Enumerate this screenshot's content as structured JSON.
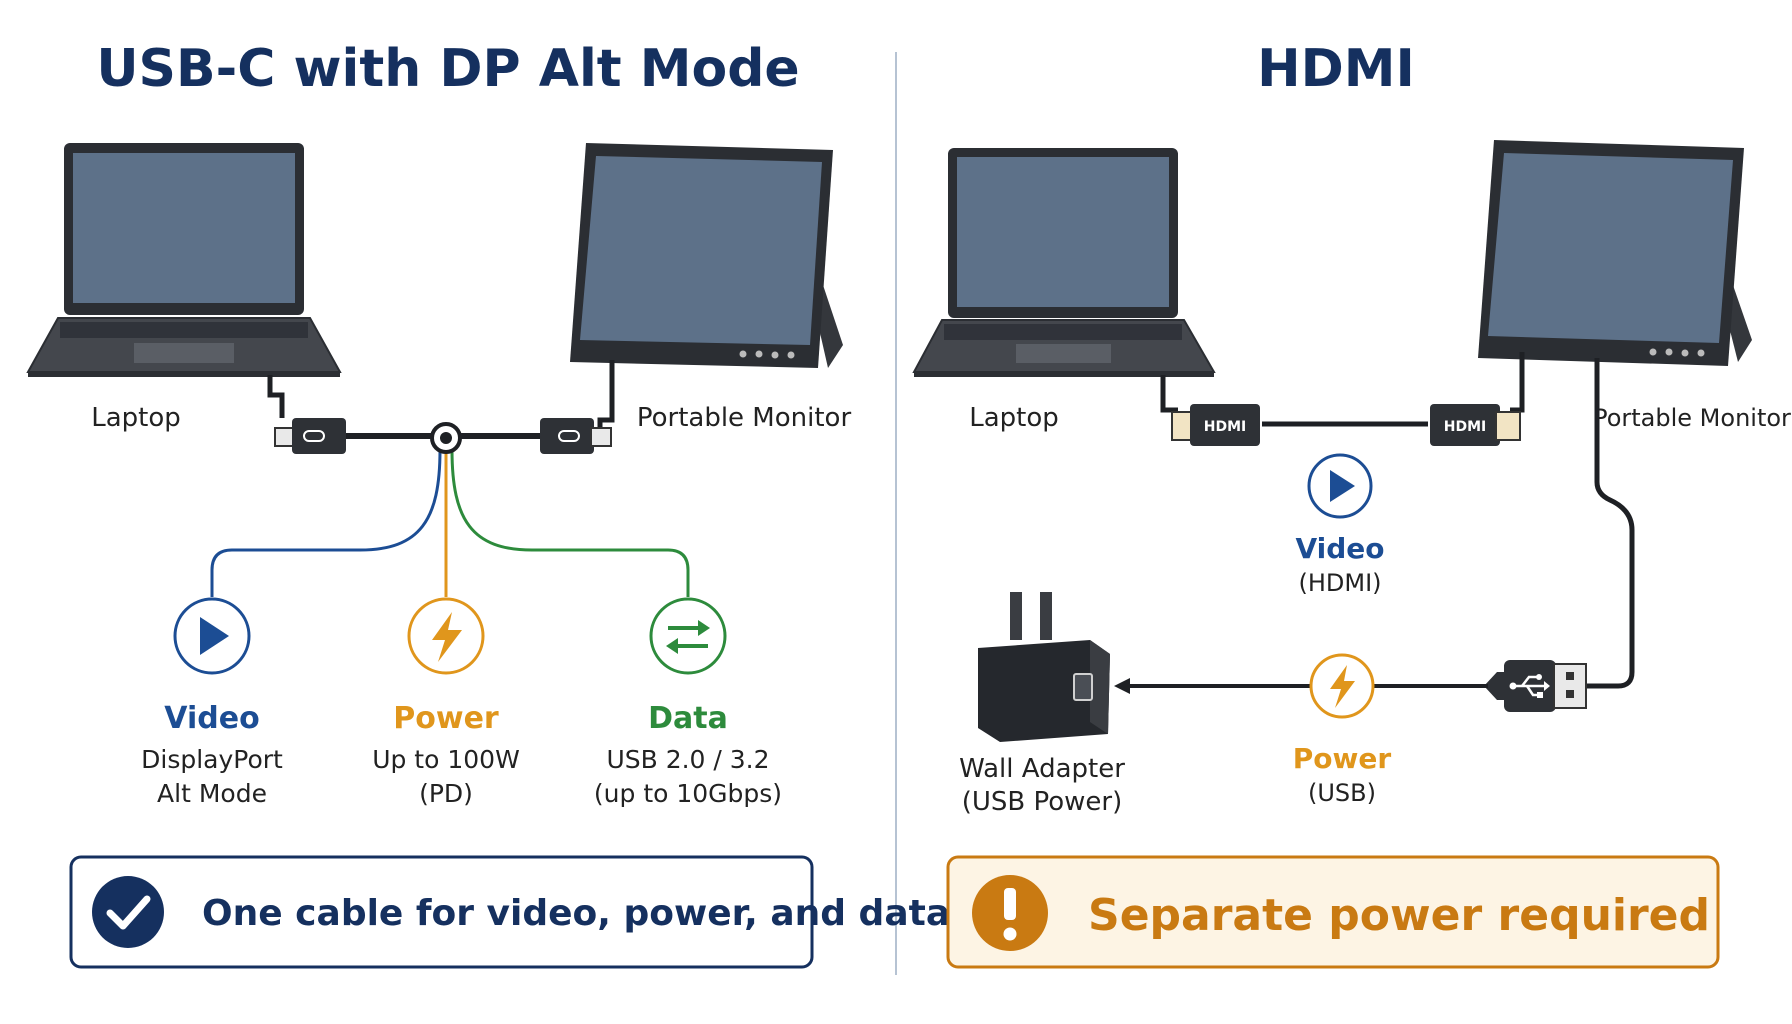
{
  "left": {
    "title": "USB-C with DP Alt Mode",
    "laptop_label": "Laptop",
    "monitor_label": "Portable Monitor",
    "video": {
      "title": "Video",
      "line1": "DisplayPort",
      "line2": "Alt Mode"
    },
    "power": {
      "title": "Power",
      "line1": "Up to 100W",
      "line2": "(PD)"
    },
    "data": {
      "title": "Data",
      "line1": "USB 2.0 / 3.2",
      "line2": "(up to 10Gbps)"
    },
    "banner": "One cable for video, power, and data"
  },
  "right": {
    "title": "HDMI",
    "laptop_label": "Laptop",
    "monitor_label": "Portable Monitor",
    "hdmi_plug_left": "HDMI",
    "hdmi_plug_right": "HDMI",
    "video": {
      "title": "Video",
      "line1": "(HDMI)"
    },
    "power": {
      "title": "Power",
      "line1": "(USB)"
    },
    "adapter": {
      "line1": "Wall Adapter",
      "line2": "(USB Power)"
    },
    "banner": "Separate power required"
  },
  "colors": {
    "navy": "#15305f",
    "video_blue": "#1c4d94",
    "power_orange": "#e0961c",
    "data_green": "#2d8b3c",
    "warning_orange": "#c97a12",
    "warning_fill": "#fdf4e4",
    "screen": "#5d7189",
    "device_body": "#3a3d42"
  },
  "icons": {
    "video": "play-icon",
    "power": "lightning-icon",
    "data": "swap-arrows-icon",
    "success": "checkmark-icon",
    "warning": "exclamation-icon",
    "usb": "usb-trident-icon"
  }
}
